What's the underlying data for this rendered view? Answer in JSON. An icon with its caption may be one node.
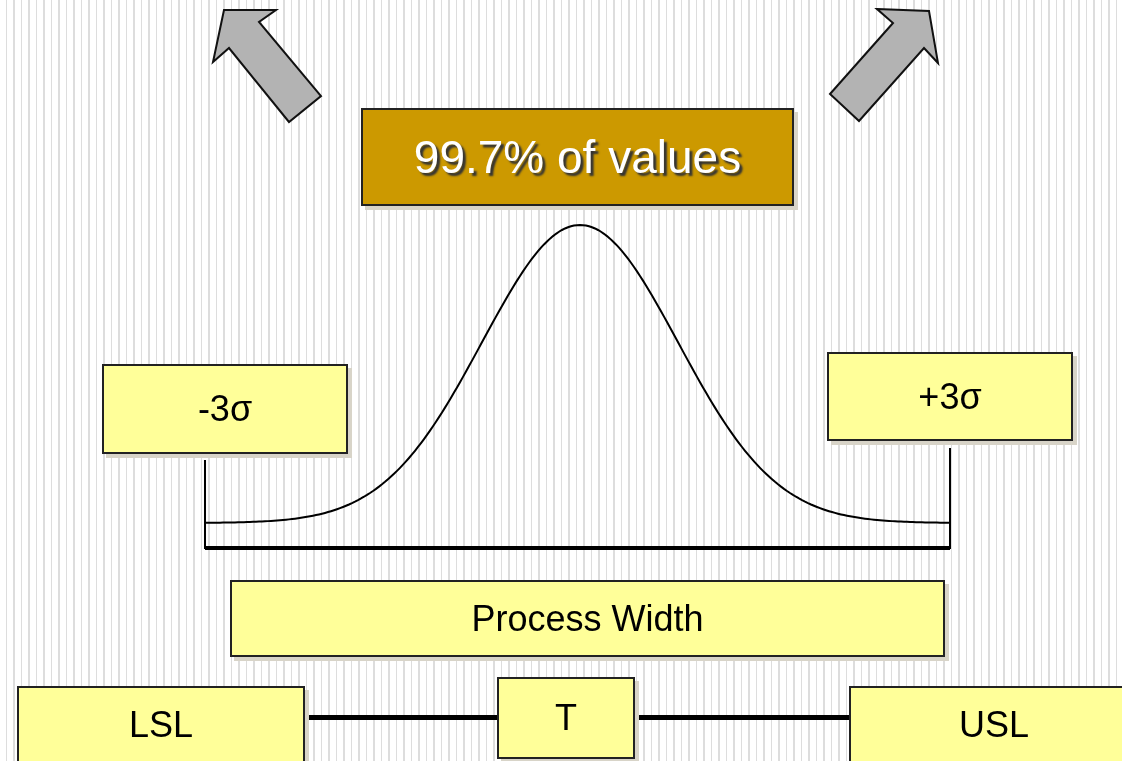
{
  "diagram": {
    "nodes": [
      {
        "text": [
          "99.7% of values"
        ]
      },
      {
        "text": [
          "-3σ"
        ]
      },
      {
        "text": [
          "+3σ"
        ]
      },
      {
        "text": [
          "Process Width"
        ]
      },
      {
        "text": [
          "LSL"
        ]
      },
      {
        "text": [
          "T"
        ]
      },
      {
        "text": [
          "USL"
        ]
      }
    ],
    "edges": [
      {
        "from": 4,
        "to": 5,
        "arrow": "none"
      },
      {
        "from": 5,
        "to": 6,
        "arrow": "none"
      }
    ]
  }
}
